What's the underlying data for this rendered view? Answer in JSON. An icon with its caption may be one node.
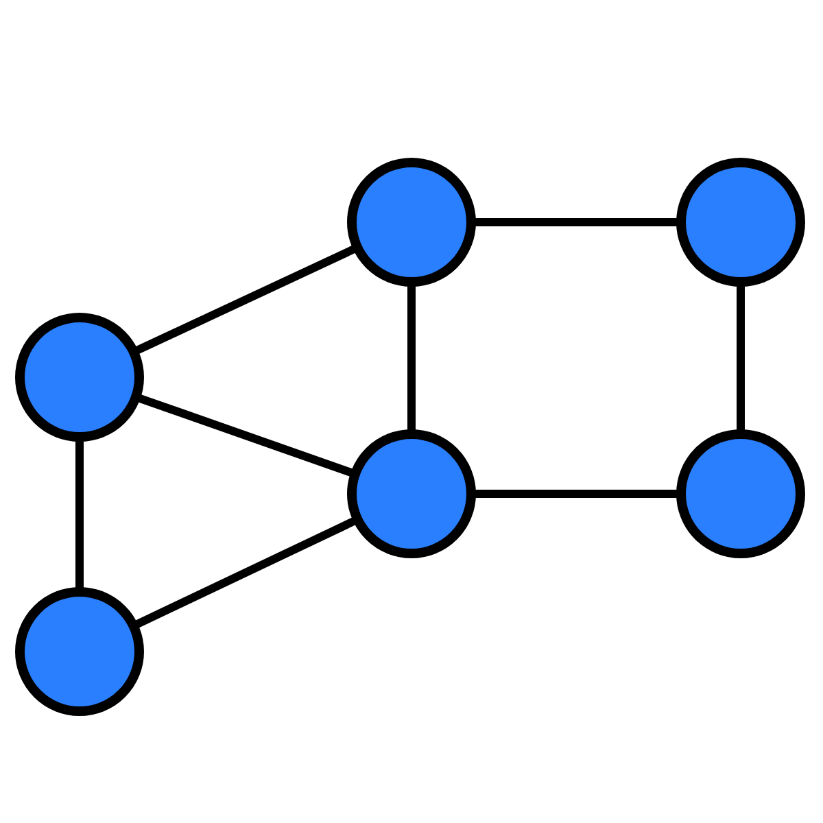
{
  "diagram": {
    "nodes": [
      {
        "text": [],
        "shape": "circle"
      },
      {
        "text": [],
        "shape": "circle"
      },
      {
        "text": [],
        "shape": "circle"
      },
      {
        "text": [],
        "shape": "circle"
      },
      {
        "text": [],
        "shape": "circle"
      },
      {
        "text": [],
        "shape": "circle"
      }
    ],
    "edges": [
      {
        "from": 0,
        "to": 1,
        "arrow": "none"
      },
      {
        "from": 0,
        "to": 3,
        "arrow": "none"
      },
      {
        "from": 0,
        "to": 5,
        "arrow": "none"
      },
      {
        "from": 1,
        "to": 3,
        "arrow": "none"
      },
      {
        "from": 1,
        "to": 2,
        "arrow": "none"
      },
      {
        "from": 2,
        "to": 4,
        "arrow": "none"
      },
      {
        "from": 3,
        "to": 4,
        "arrow": "none"
      },
      {
        "from": 5,
        "to": 3,
        "arrow": "none"
      }
    ]
  }
}
